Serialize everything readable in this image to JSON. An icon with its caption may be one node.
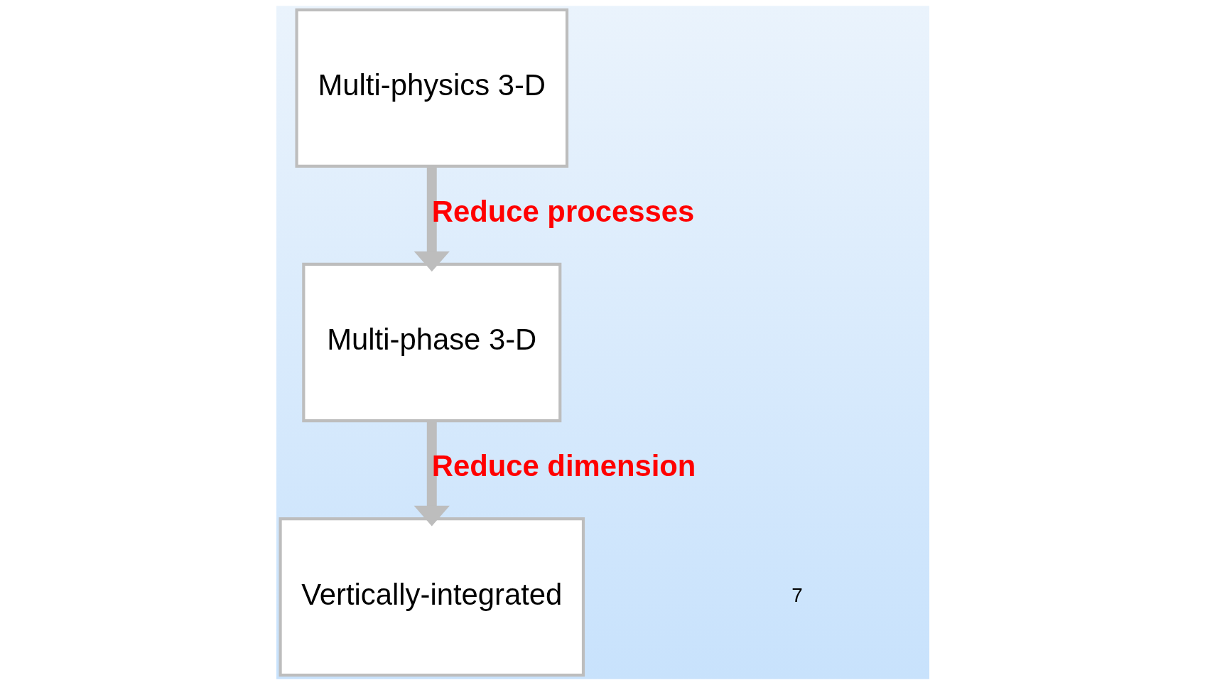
{
  "diagram": {
    "nodes": [
      {
        "text": [
          "Multi-physics 3-D"
        ]
      },
      {
        "text": [
          "Multi-phase 3-D"
        ]
      },
      {
        "text": [
          "Vertically-integrated"
        ]
      }
    ],
    "edges": [
      {
        "from": 0,
        "to": 1,
        "arrow": "to",
        "label": "Reduce processes"
      },
      {
        "from": 1,
        "to": 2,
        "arrow": "to",
        "label": "Reduce dimension"
      }
    ],
    "labels": [
      "7"
    ]
  }
}
